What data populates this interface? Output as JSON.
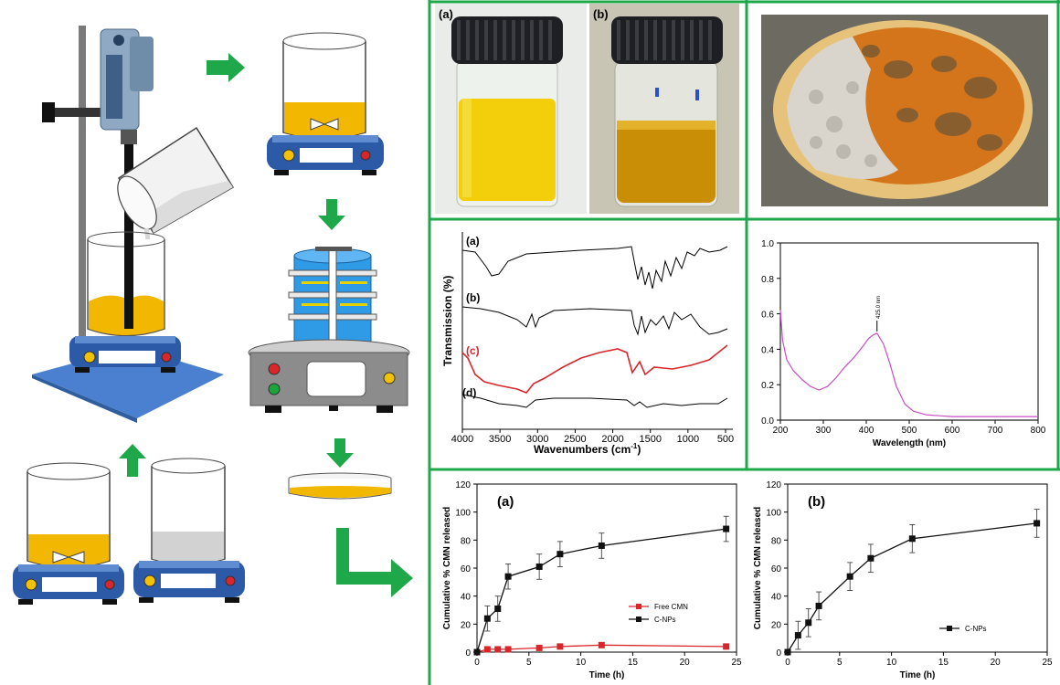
{
  "colors": {
    "panel_border": "#1fa84a",
    "arrow": "#1fa84a",
    "solution_yellow": "#f2b700",
    "hotplate_blue": "#2d5aa6",
    "line_red": "#d9262b",
    "line_magenta": "#c64fc6",
    "photo_bg_a": "#e9ece8",
    "photo_bg_b": "#c9c5b4",
    "photo_bg_c": "#6d6a62"
  },
  "icons": [
    "overhead-stirrer-icon",
    "beaker-icon",
    "hotplate-icon",
    "sieve-stack-icon",
    "petri-dish-icon",
    "arrow-right-icon",
    "arrow-down-icon",
    "arrow-up-icon",
    "bent-arrow-icon"
  ],
  "photos": {
    "vial_a_label": "(a)",
    "vial_b_label": "(b)"
  },
  "ftir": {
    "ylabel": "Transmission (%)",
    "xlabel": "Wavenumbers  (cm",
    "xlabel_sup": "-1",
    "xlabel_close": ")",
    "xticks": [
      "4000",
      "3500",
      "3000",
      "2500",
      "2000",
      "1500",
      "1000",
      "500"
    ],
    "trace_labels": [
      "(a)",
      "(b)",
      "(c)",
      "(d)"
    ]
  },
  "chart_data": [
    {
      "type": "line",
      "id": "uv_vis",
      "xlabel": "Wavelength (nm)",
      "ylabel": "",
      "xlim": [
        200,
        800
      ],
      "ylim": [
        0,
        1.0
      ],
      "xticks": [
        "200",
        "300",
        "400",
        "500",
        "600",
        "700",
        "800"
      ],
      "yticks": [
        "0.0",
        "0.2",
        "0.4",
        "0.6",
        "0.8",
        "1.0"
      ],
      "annotation": "425.0 nm",
      "peak": [
        425,
        0.49
      ],
      "series": [
        {
          "color": "#c64fc6",
          "x": [
            200,
            205,
            215,
            230,
            250,
            270,
            290,
            310,
            330,
            350,
            370,
            390,
            405,
            415,
            425,
            440,
            455,
            470,
            490,
            510,
            540,
            570,
            600,
            650,
            700,
            750,
            800
          ],
          "y": [
            0.62,
            0.45,
            0.34,
            0.28,
            0.23,
            0.19,
            0.17,
            0.19,
            0.24,
            0.3,
            0.35,
            0.41,
            0.46,
            0.48,
            0.49,
            0.43,
            0.32,
            0.19,
            0.09,
            0.05,
            0.03,
            0.025,
            0.02,
            0.02,
            0.02,
            0.02,
            0.02
          ]
        },
        {
          "color": "#222222",
          "x": [
            200,
            800
          ],
          "y": [
            0.0,
            0.0
          ]
        }
      ]
    },
    {
      "type": "line",
      "id": "release_a",
      "panel_label": "(a)",
      "xlabel": "Time (h)",
      "ylabel": "Cumulative % CMN released",
      "xlim": [
        0,
        25
      ],
      "ylim": [
        0,
        120
      ],
      "xticks": [
        "0",
        "5",
        "10",
        "15",
        "20",
        "25"
      ],
      "yticks": [
        "0",
        "20",
        "40",
        "60",
        "80",
        "100",
        "120"
      ],
      "legend_position": "lower-right",
      "series": [
        {
          "name": "Free CMN",
          "color": "#d9262b",
          "x": [
            0,
            1,
            2,
            3,
            6,
            8,
            12,
            24
          ],
          "y": [
            0,
            2,
            2,
            2,
            3,
            4,
            5,
            4
          ],
          "err": [
            0.5,
            0.5,
            0.5,
            0.5,
            0.5,
            0.5,
            0.5,
            0.5
          ]
        },
        {
          "name": "C-NPs",
          "color": "#111111",
          "x": [
            0,
            1,
            2,
            3,
            6,
            8,
            12,
            24
          ],
          "y": [
            0,
            24,
            31,
            54,
            61,
            70,
            76,
            88
          ],
          "err": [
            1,
            9,
            9,
            9,
            9,
            9,
            9,
            9
          ]
        }
      ]
    },
    {
      "type": "line",
      "id": "release_b",
      "panel_label": "(b)",
      "xlabel": "Time (h)",
      "ylabel": "Cumulative % CMN released",
      "xlim": [
        0,
        25
      ],
      "ylim": [
        0,
        120
      ],
      "xticks": [
        "0",
        "5",
        "10",
        "15",
        "20",
        "25"
      ],
      "yticks": [
        "0",
        "20",
        "40",
        "60",
        "80",
        "100",
        "120"
      ],
      "legend_position": "lower-right",
      "series": [
        {
          "name": "C-NPs",
          "color": "#111111",
          "x": [
            0,
            1,
            2,
            3,
            6,
            8,
            12,
            24
          ],
          "y": [
            0,
            12,
            21,
            33,
            54,
            67,
            81,
            92
          ],
          "err": [
            1,
            10,
            10,
            10,
            10,
            10,
            10,
            10
          ]
        }
      ]
    }
  ]
}
